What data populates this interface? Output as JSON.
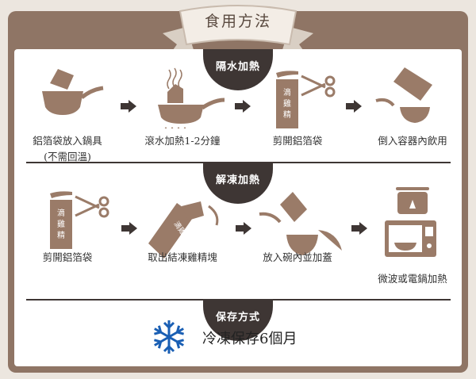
{
  "title": "食用方法",
  "colors": {
    "frame": "#8f7565",
    "icon": "#9a7b68",
    "badge": "#3e3634",
    "snowflake": "#1a5fb4"
  },
  "sections": [
    {
      "badge": "隔水加熱",
      "steps": [
        {
          "label": "鋁箔袋放入鍋具",
          "sublabel": "(不需回溫)",
          "icon": "pot-with-pouch-icon"
        },
        {
          "label": "滾水加熱1-2分鐘",
          "icon": "pot-on-stove-icon"
        },
        {
          "label": "剪開鋁箔袋",
          "icon": "pouch-scissors-icon"
        },
        {
          "label": "倒入容器內飲用",
          "icon": "pour-into-bowl-icon"
        }
      ]
    },
    {
      "badge": "解凍加熱",
      "steps": [
        {
          "label": "剪開鋁箔袋",
          "icon": "pouch-scissors-icon"
        },
        {
          "label": "取出結凍雞精塊",
          "icon": "take-out-block-icon"
        },
        {
          "label": "放入碗內並加蓋",
          "icon": "bowl-with-lid-icon"
        },
        {
          "label": "微波或電鍋加熱",
          "icon": "microwave-rice-cooker-icon"
        }
      ]
    },
    {
      "badge": "保存方式"
    }
  ],
  "pouch_text": "滴雞精",
  "storage": {
    "text": "冷凍保存6個月",
    "icon": "snowflake-icon"
  }
}
